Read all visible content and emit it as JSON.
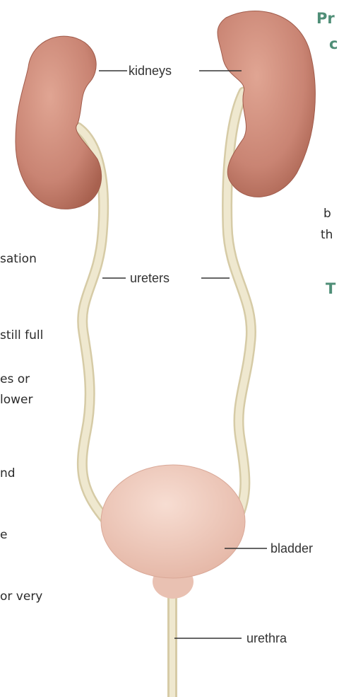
{
  "diagram": {
    "labels": {
      "kidneys": "kidneys",
      "ureters": "ureters",
      "bladder": "bladder",
      "urethra": "urethra"
    }
  },
  "left_text": {
    "lines": [
      "sation",
      "still full",
      "es or",
      "lower",
      "nd",
      "e",
      "or very"
    ]
  },
  "right_text": {
    "heading_line1": "Pr",
    "heading_line2": "c",
    "line_b": "b",
    "line_th": "th",
    "heading_t": "T"
  },
  "colors": {
    "kidney": "#c98473",
    "tube": "#ece4c8",
    "bladder": "#efcbbd",
    "heading": "#4f8e77"
  }
}
